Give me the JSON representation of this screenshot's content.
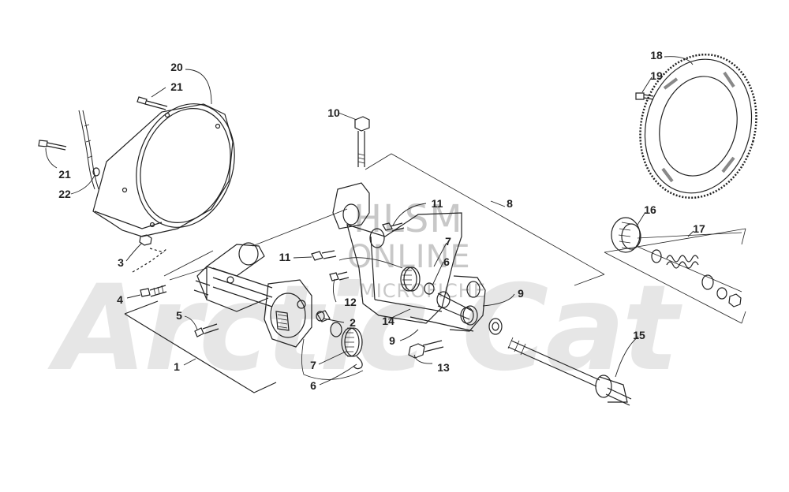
{
  "watermark": {
    "brand": "Arctic Cat",
    "hlsm": "HLSM",
    "online": "ONLINE",
    "micro": "MICROFICHE"
  },
  "callouts": {
    "c1": "1",
    "c2": "2",
    "c3": "3",
    "c4": "4",
    "c5": "5",
    "c6a": "6",
    "c6b": "6",
    "c7a": "7",
    "c7b": "7",
    "c8": "8",
    "c9a": "9",
    "c9b": "9",
    "c10": "10",
    "c11a": "11",
    "c11b": "11",
    "c12": "12",
    "c13": "13",
    "c14": "14",
    "c15": "15",
    "c16": "16",
    "c17": "17",
    "c18": "18",
    "c19": "19",
    "c20": "20",
    "c21a": "21",
    "c21b": "21",
    "c22": "22"
  },
  "colors": {
    "line": "#222222",
    "watermark": "#d9d9d9",
    "background": "#ffffff"
  }
}
